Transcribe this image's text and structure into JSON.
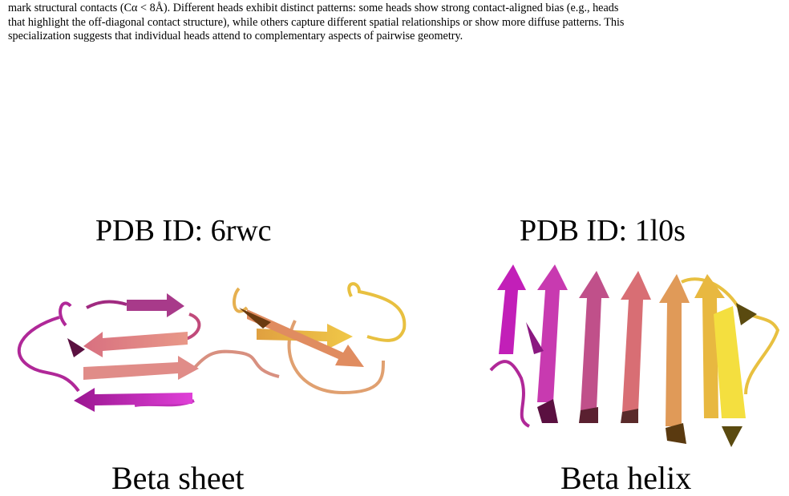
{
  "caption": {
    "line1": "mark structural contacts (Cα < 8Å). Different heads exhibit distinct patterns: some heads show strong contact-aligned bias (e.g., heads",
    "line2": "that highlight the off-diagonal contact structure), while others capture different spatial relationships or show more diffuse patterns. This",
    "line3": "specialization suggests that individual heads attend to complementary aspects of pairwise geometry."
  },
  "panels": [
    {
      "pdb_id": "PDB ID: 6rwc",
      "fold": "Beta sheet"
    },
    {
      "pdb_id": "PDB ID: 1l0s",
      "fold": "Beta helix"
    }
  ],
  "colors": {
    "magenta": "#c21fb8",
    "pink": "#d2528f",
    "salmon": "#e07f72",
    "orange": "#e79a4a",
    "gold": "#e9b93a",
    "yellow": "#f4df3f",
    "dark": "#5a1040"
  },
  "icons": {
    "left_image": "beta-sheet-ribbon-structure",
    "right_image": "beta-helix-ribbon-structure"
  }
}
